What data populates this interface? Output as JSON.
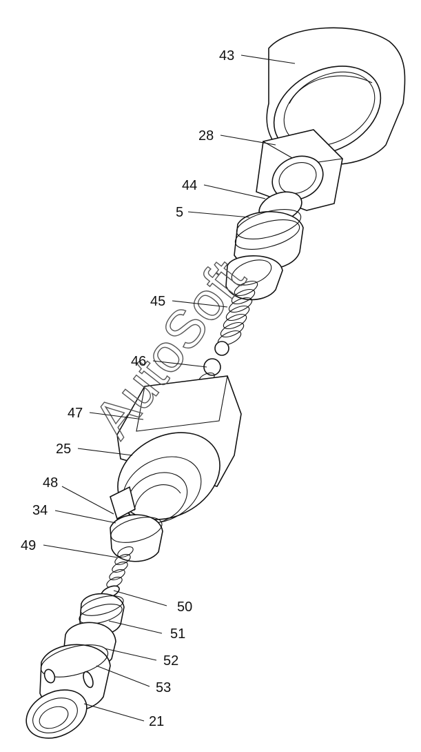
{
  "watermark": "AutoSoft",
  "callouts": [
    {
      "id": "43",
      "label": "43"
    },
    {
      "id": "28",
      "label": "28"
    },
    {
      "id": "44",
      "label": "44"
    },
    {
      "id": "5",
      "label": "5"
    },
    {
      "id": "45",
      "label": "45"
    },
    {
      "id": "46",
      "label": "46"
    },
    {
      "id": "47",
      "label": "47"
    },
    {
      "id": "25",
      "label": "25"
    },
    {
      "id": "48",
      "label": "48"
    },
    {
      "id": "34",
      "label": "34"
    },
    {
      "id": "49",
      "label": "49"
    },
    {
      "id": "50",
      "label": "50"
    },
    {
      "id": "51",
      "label": "51"
    },
    {
      "id": "52",
      "label": "52"
    },
    {
      "id": "53",
      "label": "53"
    },
    {
      "id": "21",
      "label": "21"
    }
  ]
}
